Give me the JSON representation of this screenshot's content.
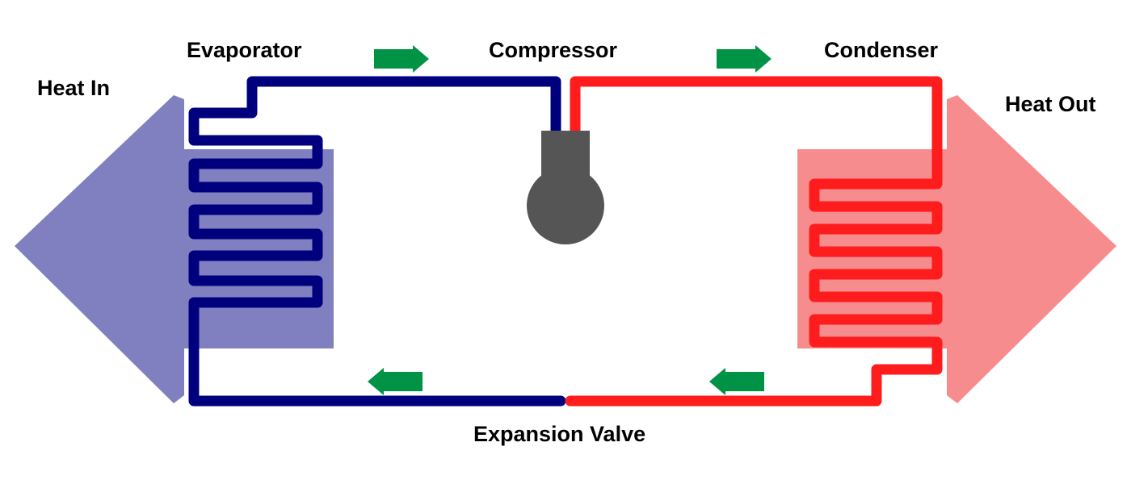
{
  "labels": {
    "heat_in": "Heat In",
    "heat_out": "Heat Out",
    "evaporator": "Evaporator",
    "compressor": "Compressor",
    "condenser": "Condenser",
    "expansion_valve": "Expansion Valve"
  },
  "colors": {
    "cold_line": "#00007f",
    "hot_line": "#ff1c1c",
    "heat_in_arrow": "#8080c0",
    "heat_out_arrow": "#f78c8f",
    "compressor": "#555555",
    "flow_arrow": "#009245"
  },
  "flow_direction": {
    "top_line": "right",
    "bottom_line": "left"
  }
}
